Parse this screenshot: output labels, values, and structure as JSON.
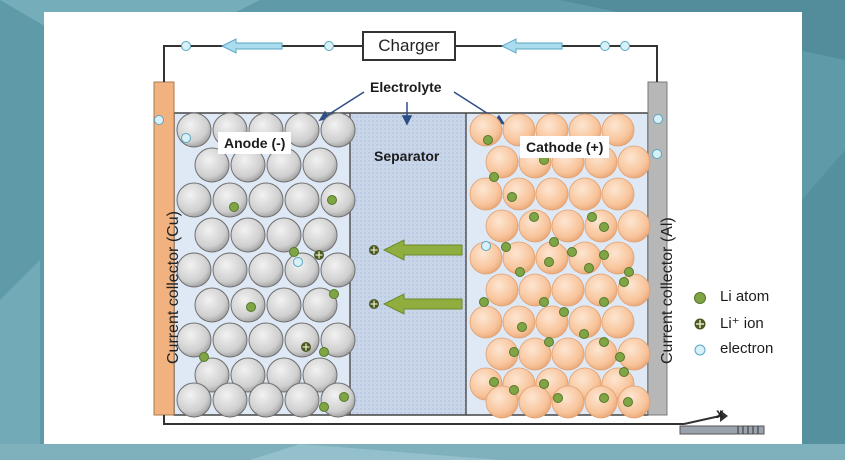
{
  "diagram": {
    "charger": "Charger",
    "electrolyte": "Electrolyte",
    "anode": "Anode (-)",
    "separator": "Separator",
    "cathode": "Cathode (+)",
    "collector_left": "Current collector (Cu)",
    "collector_right": "Current collector (Al)",
    "switch_mark": "x",
    "legend": [
      {
        "symbol": "li-atom",
        "label": "Li atom",
        "color": "#7fa545"
      },
      {
        "symbol": "li-ion",
        "label": "Li⁺ ion",
        "color": "#4a5a20"
      },
      {
        "symbol": "electron",
        "label": "electron",
        "color": "#bfe7f3"
      }
    ]
  },
  "colors": {
    "anode_particle": "#d3d3d3",
    "cathode_particle": "#f8c9a0",
    "copper_collector": "#f2b27f",
    "aluminium_collector": "#b7b7b7",
    "separator_fill": "#c9d6ea",
    "electrolyte_fill": "#dfe9f6",
    "arrow_green": "#8fae3f",
    "wire_arrow": "#a9dcee"
  }
}
